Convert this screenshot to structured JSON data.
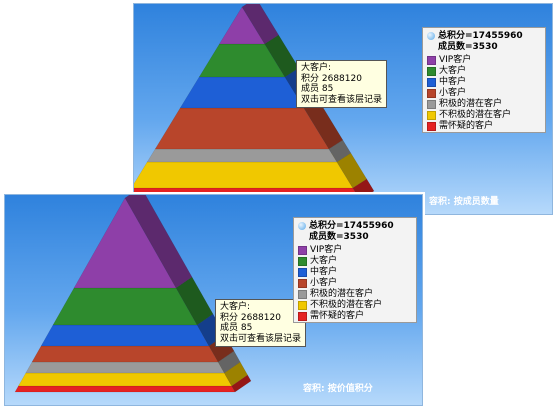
{
  "charts": [
    {
      "id": "top",
      "mode_label": "容积:  按成员数量",
      "summary": {
        "total_score_label": "总积分=17455960",
        "member_count_label": "成员数=3530"
      },
      "tooltip": {
        "line1": "大客户:",
        "line2": "积分  2688120",
        "line3": "成员  85",
        "line4": "双击可查看该层记录"
      }
    },
    {
      "id": "bottom",
      "mode_label": "容积:  按价值积分",
      "summary": {
        "total_score_label": "总积分=17455960",
        "member_count_label": "成员数=3530"
      },
      "tooltip": {
        "line1": "大客户:",
        "line2": "积分  2688120",
        "line3": "成员  85",
        "line4": "双击可查看该层记录"
      }
    }
  ],
  "legend": {
    "items": [
      {
        "label": "VIP客户",
        "color": "#8e3fa8"
      },
      {
        "label": "大客户",
        "color": "#2e8b2e"
      },
      {
        "label": "中客户",
        "color": "#1e5fd6"
      },
      {
        "label": "小客户",
        "color": "#b8452b"
      },
      {
        "label": "积极的潜在客户",
        "color": "#9a9a9a"
      },
      {
        "label": "不积极的潜在客户",
        "color": "#f0c800"
      },
      {
        "label": "需怀疑的客户",
        "color": "#e52222"
      }
    ]
  },
  "chart_data": [
    {
      "type": "pyramid",
      "title": "容积:  按成员数量",
      "categories": [
        "VIP客户",
        "大客户",
        "中客户",
        "小客户",
        "积极的潜在客户",
        "不积极的潜在客户",
        "需怀疑的客户"
      ],
      "total_score": 17455960,
      "member_count": 3530,
      "tooltip_point": {
        "category": "大客户",
        "score": 2688120,
        "members": 85
      }
    },
    {
      "type": "pyramid",
      "title": "容积:  按价值积分",
      "categories": [
        "VIP客户",
        "大客户",
        "中客户",
        "小客户",
        "积极的潜在客户",
        "不积极的潜在客户",
        "需怀疑的客户"
      ],
      "total_score": 17455960,
      "member_count": 3530,
      "tooltip_point": {
        "category": "大客户",
        "score": 2688120,
        "members": 85
      }
    }
  ]
}
